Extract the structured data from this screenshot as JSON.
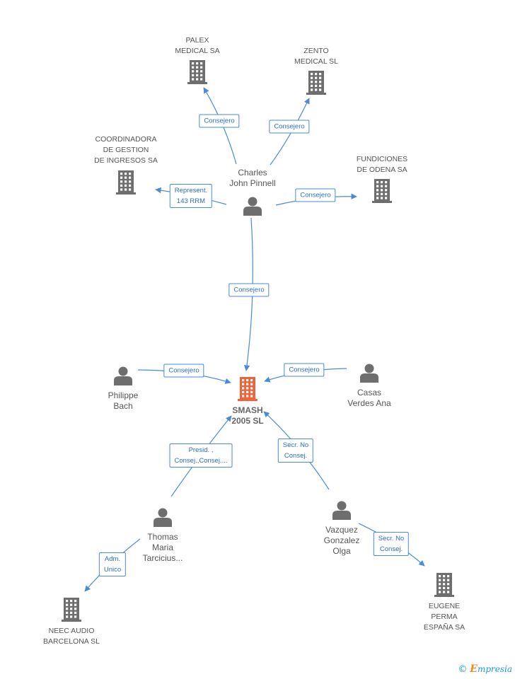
{
  "colors": {
    "edge": "#4a8bd6",
    "icon_gray": "#6e6e6e",
    "center_accent": "#f0633a",
    "label_text": "#555555"
  },
  "nodes": [
    {
      "id": "smash",
      "type": "company",
      "center": true,
      "label": "SMASH\n2005 SL",
      "icon": "building-icon"
    },
    {
      "id": "charles",
      "type": "person",
      "label": "Charles\nJohn Pinnell",
      "icon": "person-icon"
    },
    {
      "id": "palex",
      "type": "company",
      "label": "PALEX\nMEDICAL SA",
      "icon": "building-icon"
    },
    {
      "id": "zento",
      "type": "company",
      "label": "ZENTO\nMEDICAL SL",
      "icon": "building-icon"
    },
    {
      "id": "coordinadora",
      "type": "company",
      "label": "COORDINADORA\nDE GESTION\nDE INGRESOS SA",
      "icon": "building-icon"
    },
    {
      "id": "fundiciones",
      "type": "company",
      "label": "FUNDICIONES\nDE ODENA SA",
      "icon": "building-icon"
    },
    {
      "id": "philippe",
      "type": "person",
      "label": "Philippe\nBach",
      "icon": "person-icon"
    },
    {
      "id": "casas",
      "type": "person",
      "label": "Casas\nVerdes Ana",
      "icon": "person-icon"
    },
    {
      "id": "thomas",
      "type": "person",
      "label": "Thomas\nMaria\nTarcicius...",
      "icon": "person-icon"
    },
    {
      "id": "vazquez",
      "type": "person",
      "label": "Vazquez\nGonzalez\nOlga",
      "icon": "person-icon"
    },
    {
      "id": "neec",
      "type": "company",
      "label": "NEEC AUDIO\nBARCELONA  SL",
      "icon": "building-icon"
    },
    {
      "id": "eugene",
      "type": "company",
      "label": "EUGENE\nPERMA\nESPAÑA SA",
      "icon": "building-icon"
    }
  ],
  "edges": [
    {
      "from": "charles",
      "to": "palex",
      "label": "Consejero"
    },
    {
      "from": "charles",
      "to": "zento",
      "label": "Consejero"
    },
    {
      "from": "charles",
      "to": "coordinadora",
      "label": "Represent.\n143 RRM"
    },
    {
      "from": "charles",
      "to": "fundiciones",
      "label": "Consejero"
    },
    {
      "from": "charles",
      "to": "smash",
      "label": "Consejero"
    },
    {
      "from": "philippe",
      "to": "smash",
      "label": "Consejero"
    },
    {
      "from": "casas",
      "to": "smash",
      "label": "Consejero"
    },
    {
      "from": "thomas",
      "to": "smash",
      "label": "Presid. ,\nConsej.,Consej...."
    },
    {
      "from": "vazquez",
      "to": "smash",
      "label": "Secr.  No\nConsej."
    },
    {
      "from": "thomas",
      "to": "neec",
      "label": "Adm.\nUnico"
    },
    {
      "from": "vazquez",
      "to": "eugene",
      "label": "Secr.  No\nConsej."
    }
  ],
  "footer": {
    "copyright": "©",
    "brand_initial": "E",
    "brand_rest": "mpresia"
  }
}
